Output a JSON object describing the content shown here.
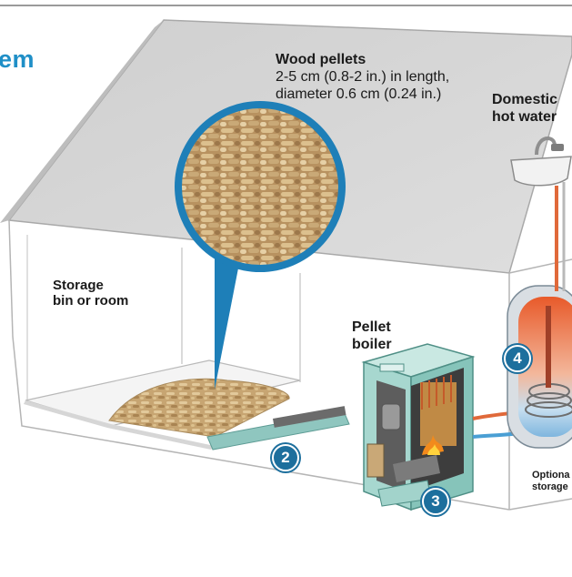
{
  "title_fragment": "em",
  "labels": {
    "wood_pellets_title": "Wood pellets",
    "wood_pellets_line1": "2-5 cm (0.8-2 in.) in length,",
    "wood_pellets_line2": "diameter 0.6 cm (0.24 in.)",
    "domestic_line1": "Domestic",
    "domestic_line2": "hot water",
    "storage_line1": "Storage",
    "storage_line2": "bin or room",
    "boiler_line1": "Pellet",
    "boiler_line2": "boiler",
    "optional_line1": "Optiona",
    "optional_line2": "storage"
  },
  "badges": {
    "b2": "2",
    "b3": "3",
    "b4": "4"
  },
  "colors": {
    "accent_blue": "#1f8fc7",
    "badge_blue": "#1d6f9d",
    "pellet_tan": "#c9a877",
    "boiler_teal": "#a8d6cf",
    "tank_orange": "#e0693a",
    "fire": "#f28a1c"
  }
}
